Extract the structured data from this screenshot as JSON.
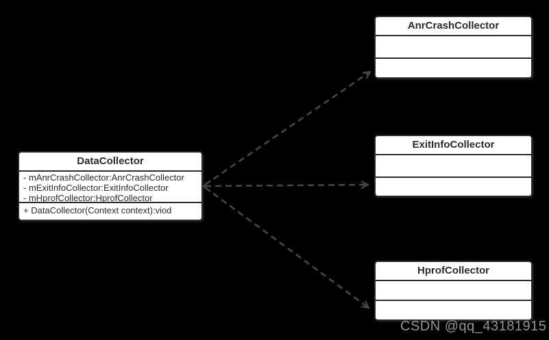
{
  "diagram": {
    "type": "uml-class-diagram",
    "classes": [
      {
        "name": "DataCollector",
        "attributes": [
          "- mAnrCrashCollector:AnrCrashCollector",
          "- mExitInfoCollector:ExitInfoCollector",
          "- mHprofCollector:HprofCollector"
        ],
        "methods": [
          "+ DataCollector(Context context):viod"
        ]
      },
      {
        "name": "AnrCrashCollector",
        "attributes": [],
        "methods": []
      },
      {
        "name": "ExitInfoCollector",
        "attributes": [],
        "methods": []
      },
      {
        "name": "HprofCollector",
        "attributes": [],
        "methods": []
      }
    ],
    "relations": [
      {
        "from": "DataCollector",
        "to": "AnrCrashCollector",
        "line_style": "dashed",
        "arrowhead": "open"
      },
      {
        "from": "DataCollector",
        "to": "ExitInfoCollector",
        "line_style": "dashed",
        "arrowhead": "open"
      },
      {
        "from": "DataCollector",
        "to": "HprofCollector",
        "line_style": "dashed",
        "arrowhead": "open"
      }
    ],
    "watermark": "CSDN @qq_43181915",
    "colors": {
      "background": "#000000",
      "box_fill": "#ffffff",
      "box_border": "#2b2b2b",
      "text": "#2b2b2b",
      "arrow": "#474747",
      "watermark": "#949494"
    }
  }
}
